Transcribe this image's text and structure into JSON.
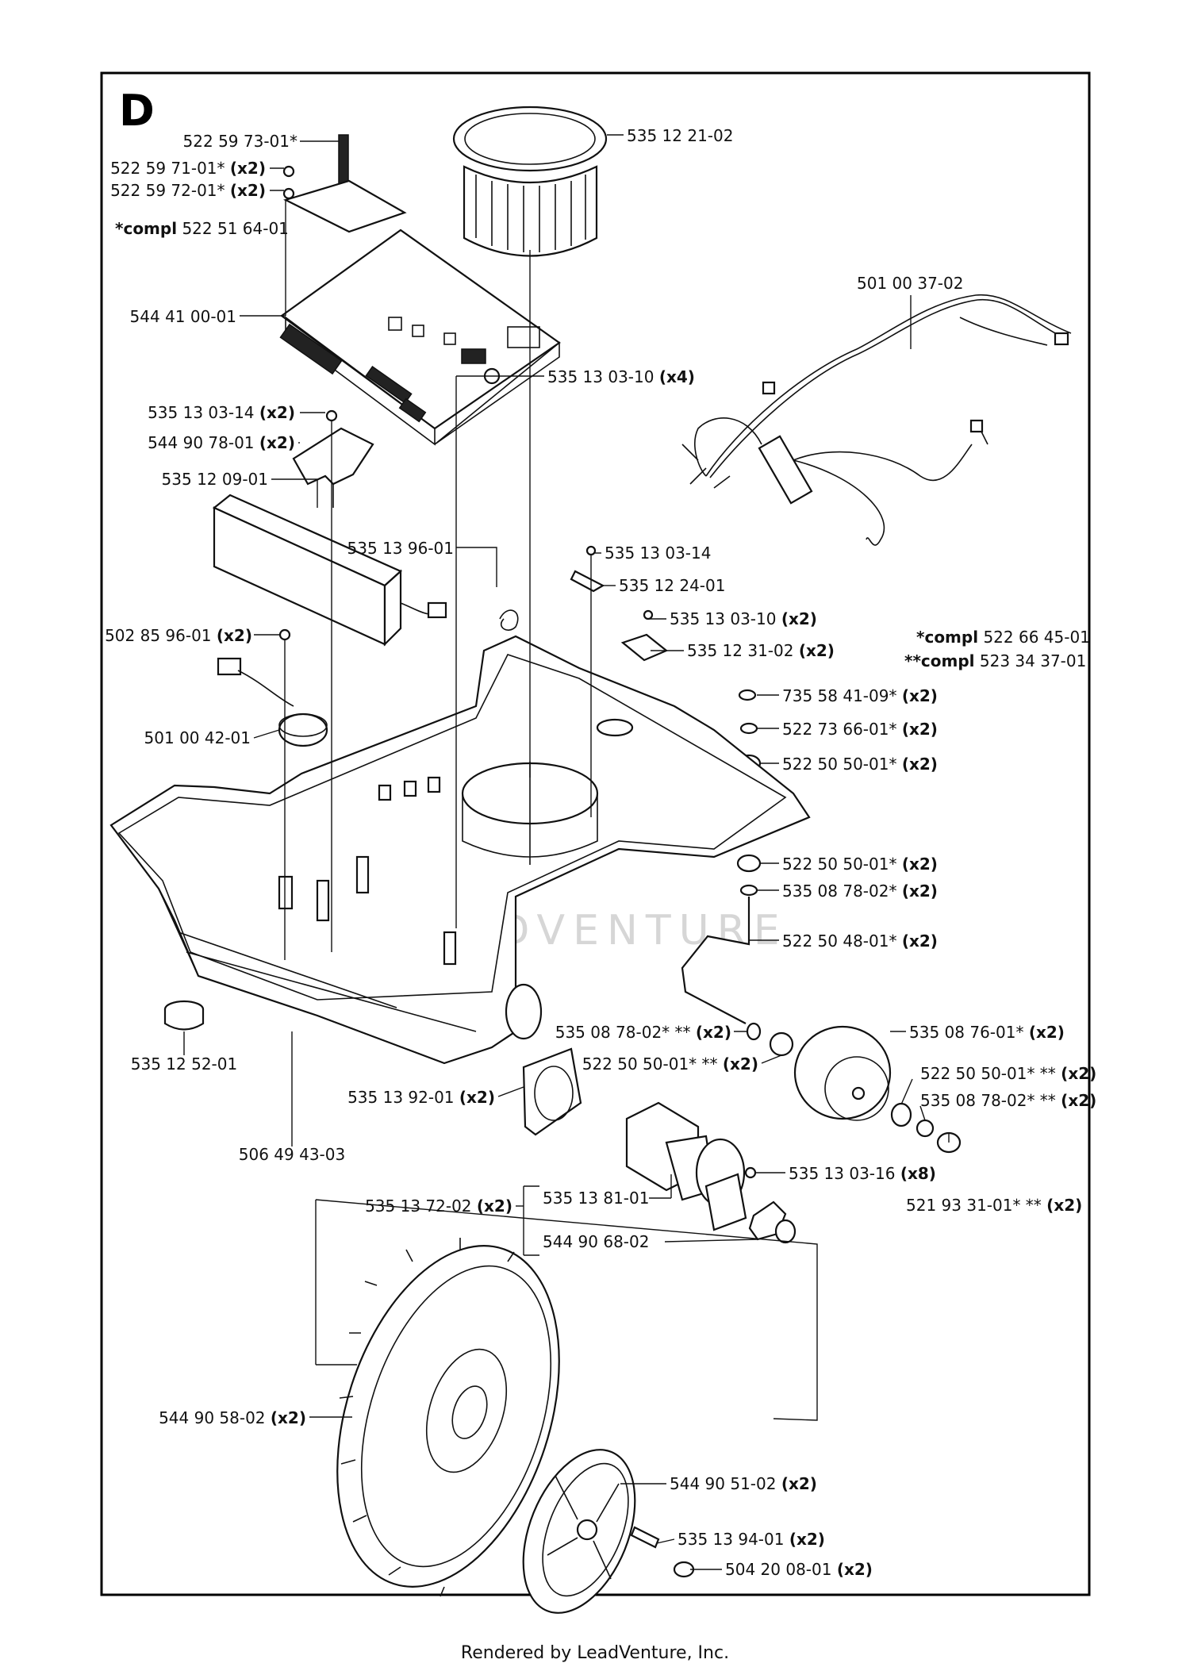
{
  "section_letter": "D",
  "footer": "Rendered by LeadVenture, Inc.",
  "watermark": "LEADVENTURE",
  "compl_notes": {
    "board_kit": {
      "prefix": "*compl",
      "number": "522 51 64-01"
    },
    "kit_1": {
      "prefix": "*compl",
      "number": "522 66 45-01"
    },
    "kit_2": {
      "prefix": "**compl",
      "number": "523 34 37-01"
    }
  },
  "parts": [
    {
      "id": "p1",
      "number": "522 59 73-01*",
      "qty": ""
    },
    {
      "id": "p2",
      "number": "522 59 71-01*",
      "qty": "(x2)"
    },
    {
      "id": "p3",
      "number": "522 59 72-01*",
      "qty": "(x2)"
    },
    {
      "id": "p4",
      "number": "544 41 00-01",
      "qty": ""
    },
    {
      "id": "p5",
      "number": "535 12 21-02",
      "qty": ""
    },
    {
      "id": "p6",
      "number": "501 00 37-02",
      "qty": ""
    },
    {
      "id": "p7",
      "number": "535 13 03-10",
      "qty": "(x4)"
    },
    {
      "id": "p8",
      "number": "535 13 03-14",
      "qty": "(x2)"
    },
    {
      "id": "p9",
      "number": "544 90 78-01",
      "qty": "(x2)"
    },
    {
      "id": "p10",
      "number": "535 12 09-01",
      "qty": ""
    },
    {
      "id": "p11",
      "number": "535 13 96-01",
      "qty": ""
    },
    {
      "id": "p12",
      "number": "535 13 03-14",
      "qty": ""
    },
    {
      "id": "p13",
      "number": "535 12 24-01",
      "qty": ""
    },
    {
      "id": "p14",
      "number": "535 13 03-10",
      "qty": "(x2)"
    },
    {
      "id": "p15",
      "number": "535 12 31-02",
      "qty": "(x2)"
    },
    {
      "id": "p16",
      "number": "502 85 96-01",
      "qty": "(x2)"
    },
    {
      "id": "p17",
      "number": "735 58 41-09*",
      "qty": "(x2)"
    },
    {
      "id": "p18",
      "number": "522 73 66-01*",
      "qty": "(x2)"
    },
    {
      "id": "p19",
      "number": "522 50 50-01*",
      "qty": "(x2)"
    },
    {
      "id": "p20",
      "number": "501 00 42-01",
      "qty": ""
    },
    {
      "id": "p21",
      "number": "522 50 50-01*",
      "qty": "(x2)"
    },
    {
      "id": "p22",
      "number": "535 08 78-02*",
      "qty": "(x2)"
    },
    {
      "id": "p23",
      "number": "522 50 48-01*",
      "qty": "(x2)"
    },
    {
      "id": "p24",
      "number": "535 08 78-02* **",
      "qty": "(x2)"
    },
    {
      "id": "p25",
      "number": "535 08 76-01*",
      "qty": "(x2)"
    },
    {
      "id": "p26",
      "number": "522 50 50-01* **",
      "qty": "(x2)"
    },
    {
      "id": "p27",
      "number": "522 50 50-01* **",
      "qty": "(x2)"
    },
    {
      "id": "p28",
      "number": "535 08 78-02* **",
      "qty": "(x2)"
    },
    {
      "id": "p29",
      "number": "535 12 52-01",
      "qty": ""
    },
    {
      "id": "p30",
      "number": "506 49 43-03",
      "qty": ""
    },
    {
      "id": "p31",
      "number": "535 13 92-01",
      "qty": "(x2)"
    },
    {
      "id": "p32",
      "number": "535 13 03-16",
      "qty": "(x8)"
    },
    {
      "id": "p33",
      "number": "535 13 72-02",
      "qty": "(x2)"
    },
    {
      "id": "p34",
      "number": "535 13 81-01",
      "qty": ""
    },
    {
      "id": "p35",
      "number": "521 93 31-01* **",
      "qty": "(x2)"
    },
    {
      "id": "p36",
      "number": "544 90 68-02",
      "qty": ""
    },
    {
      "id": "p37",
      "number": "544 90 58-02",
      "qty": "(x2)"
    },
    {
      "id": "p38",
      "number": "544 90 51-02",
      "qty": "(x2)"
    },
    {
      "id": "p39",
      "number": "535 13 94-01",
      "qty": "(x2)"
    },
    {
      "id": "p40",
      "number": "504 20 08-01",
      "qty": "(x2)"
    }
  ]
}
